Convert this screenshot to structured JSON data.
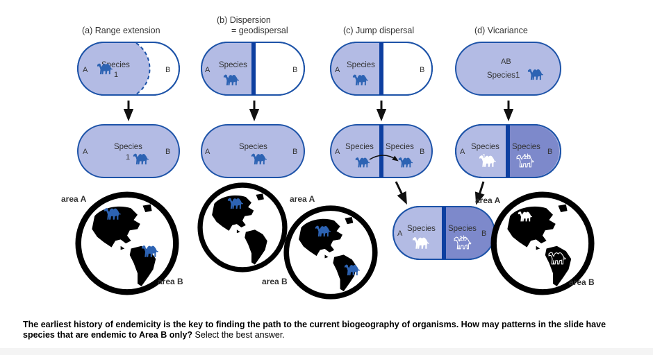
{
  "panels": [
    {
      "id": "a",
      "title": [
        "(a)  Range extension"
      ],
      "top_labels": [
        "A",
        "Species",
        "1",
        "B"
      ],
      "bottom_labels": [
        "A",
        "Species",
        "1",
        "B"
      ]
    },
    {
      "id": "b",
      "title": [
        "(b) Dispersion",
        "= geodispersal"
      ],
      "top_labels": [
        "A",
        "Species",
        "B"
      ],
      "bottom_labels": [
        "A",
        "Species",
        "B"
      ]
    },
    {
      "id": "c",
      "title": [
        "(c)  Jump dispersal"
      ],
      "top_labels": [
        "A",
        "Species",
        "B"
      ],
      "bottom_labels": [
        "A",
        "Species",
        "Species",
        "B"
      ]
    },
    {
      "id": "d",
      "title": [
        "(d)  Vicariance"
      ],
      "top_labels": [
        "AB",
        "Species1"
      ],
      "bottom_labels": [
        "A",
        "Species",
        "Species",
        "1",
        "1b",
        "B"
      ]
    }
  ],
  "merged_pill_labels": [
    "A",
    "Species",
    "Species",
    "1b",
    "B"
  ],
  "area_labels": {
    "a_area_a": "area A",
    "a_area_b": "area B",
    "b_area_a": "area A",
    "b_area_b": "area B",
    "d_area_a": "area A",
    "d_area_b": "area B"
  },
  "question": {
    "bold": "The earliest history of endemicity is the key to finding the path to the current biogeography of organisms. How may patterns in the slide have species that are endemic to Area B only?",
    "normal": " Select the best answer."
  },
  "colors": {
    "pill_fill": "#b3bbe4",
    "pill_fill_dark": "#7d89cb",
    "pill_border": "#1d53a8",
    "barrier": "#0d3fa0",
    "camel": "#2d63b3",
    "globe_land": "#000000"
  },
  "icons": [
    "camel-icon",
    "arrow-down-icon",
    "globe-icon"
  ]
}
